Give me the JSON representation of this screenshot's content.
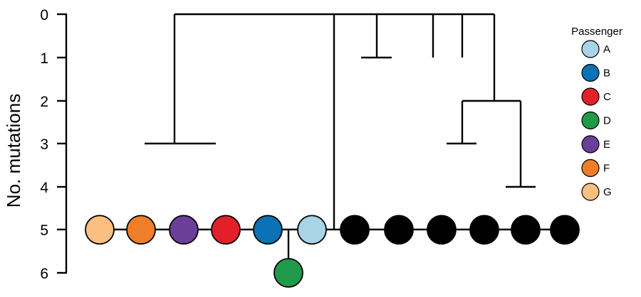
{
  "axis": {
    "title": "No. mutations",
    "ticks": [
      "0",
      "1",
      "2",
      "3",
      "4",
      "5",
      "6"
    ]
  },
  "legend": {
    "title": "Passenger",
    "items": [
      {
        "label": "A",
        "color": "#a9d3e6"
      },
      {
        "label": "B",
        "color": "#0b72b5"
      },
      {
        "label": "C",
        "color": "#e3202a"
      },
      {
        "label": "D",
        "color": "#1f9a4a"
      },
      {
        "label": "E",
        "color": "#6b3e9a"
      },
      {
        "label": "F",
        "color": "#f07d2a"
      },
      {
        "label": "G",
        "color": "#fbbf7f"
      }
    ]
  },
  "nodes": [
    {
      "passenger": "G",
      "color": "#fbbf7f",
      "mutations": 5
    },
    {
      "passenger": "F",
      "color": "#f07d2a",
      "mutations": 5
    },
    {
      "passenger": "E",
      "color": "#6b3e9a",
      "mutations": 5
    },
    {
      "passenger": "C",
      "color": "#e3202a",
      "mutations": 5
    },
    {
      "passenger": "B",
      "color": "#0b72b5",
      "mutations": 5
    },
    {
      "passenger": "A",
      "color": "#a9d3e6",
      "mutations": 5
    },
    {
      "passenger": "D",
      "color": "#1f9a4a",
      "mutations": 6
    },
    {
      "passenger": "",
      "color": "#000000",
      "mutations": 5
    },
    {
      "passenger": "",
      "color": "#000000",
      "mutations": 5
    },
    {
      "passenger": "",
      "color": "#000000",
      "mutations": 5
    },
    {
      "passenger": "",
      "color": "#000000",
      "mutations": 5
    },
    {
      "passenger": "",
      "color": "#000000",
      "mutations": 5
    },
    {
      "passenger": "",
      "color": "#000000",
      "mutations": 5
    }
  ]
}
